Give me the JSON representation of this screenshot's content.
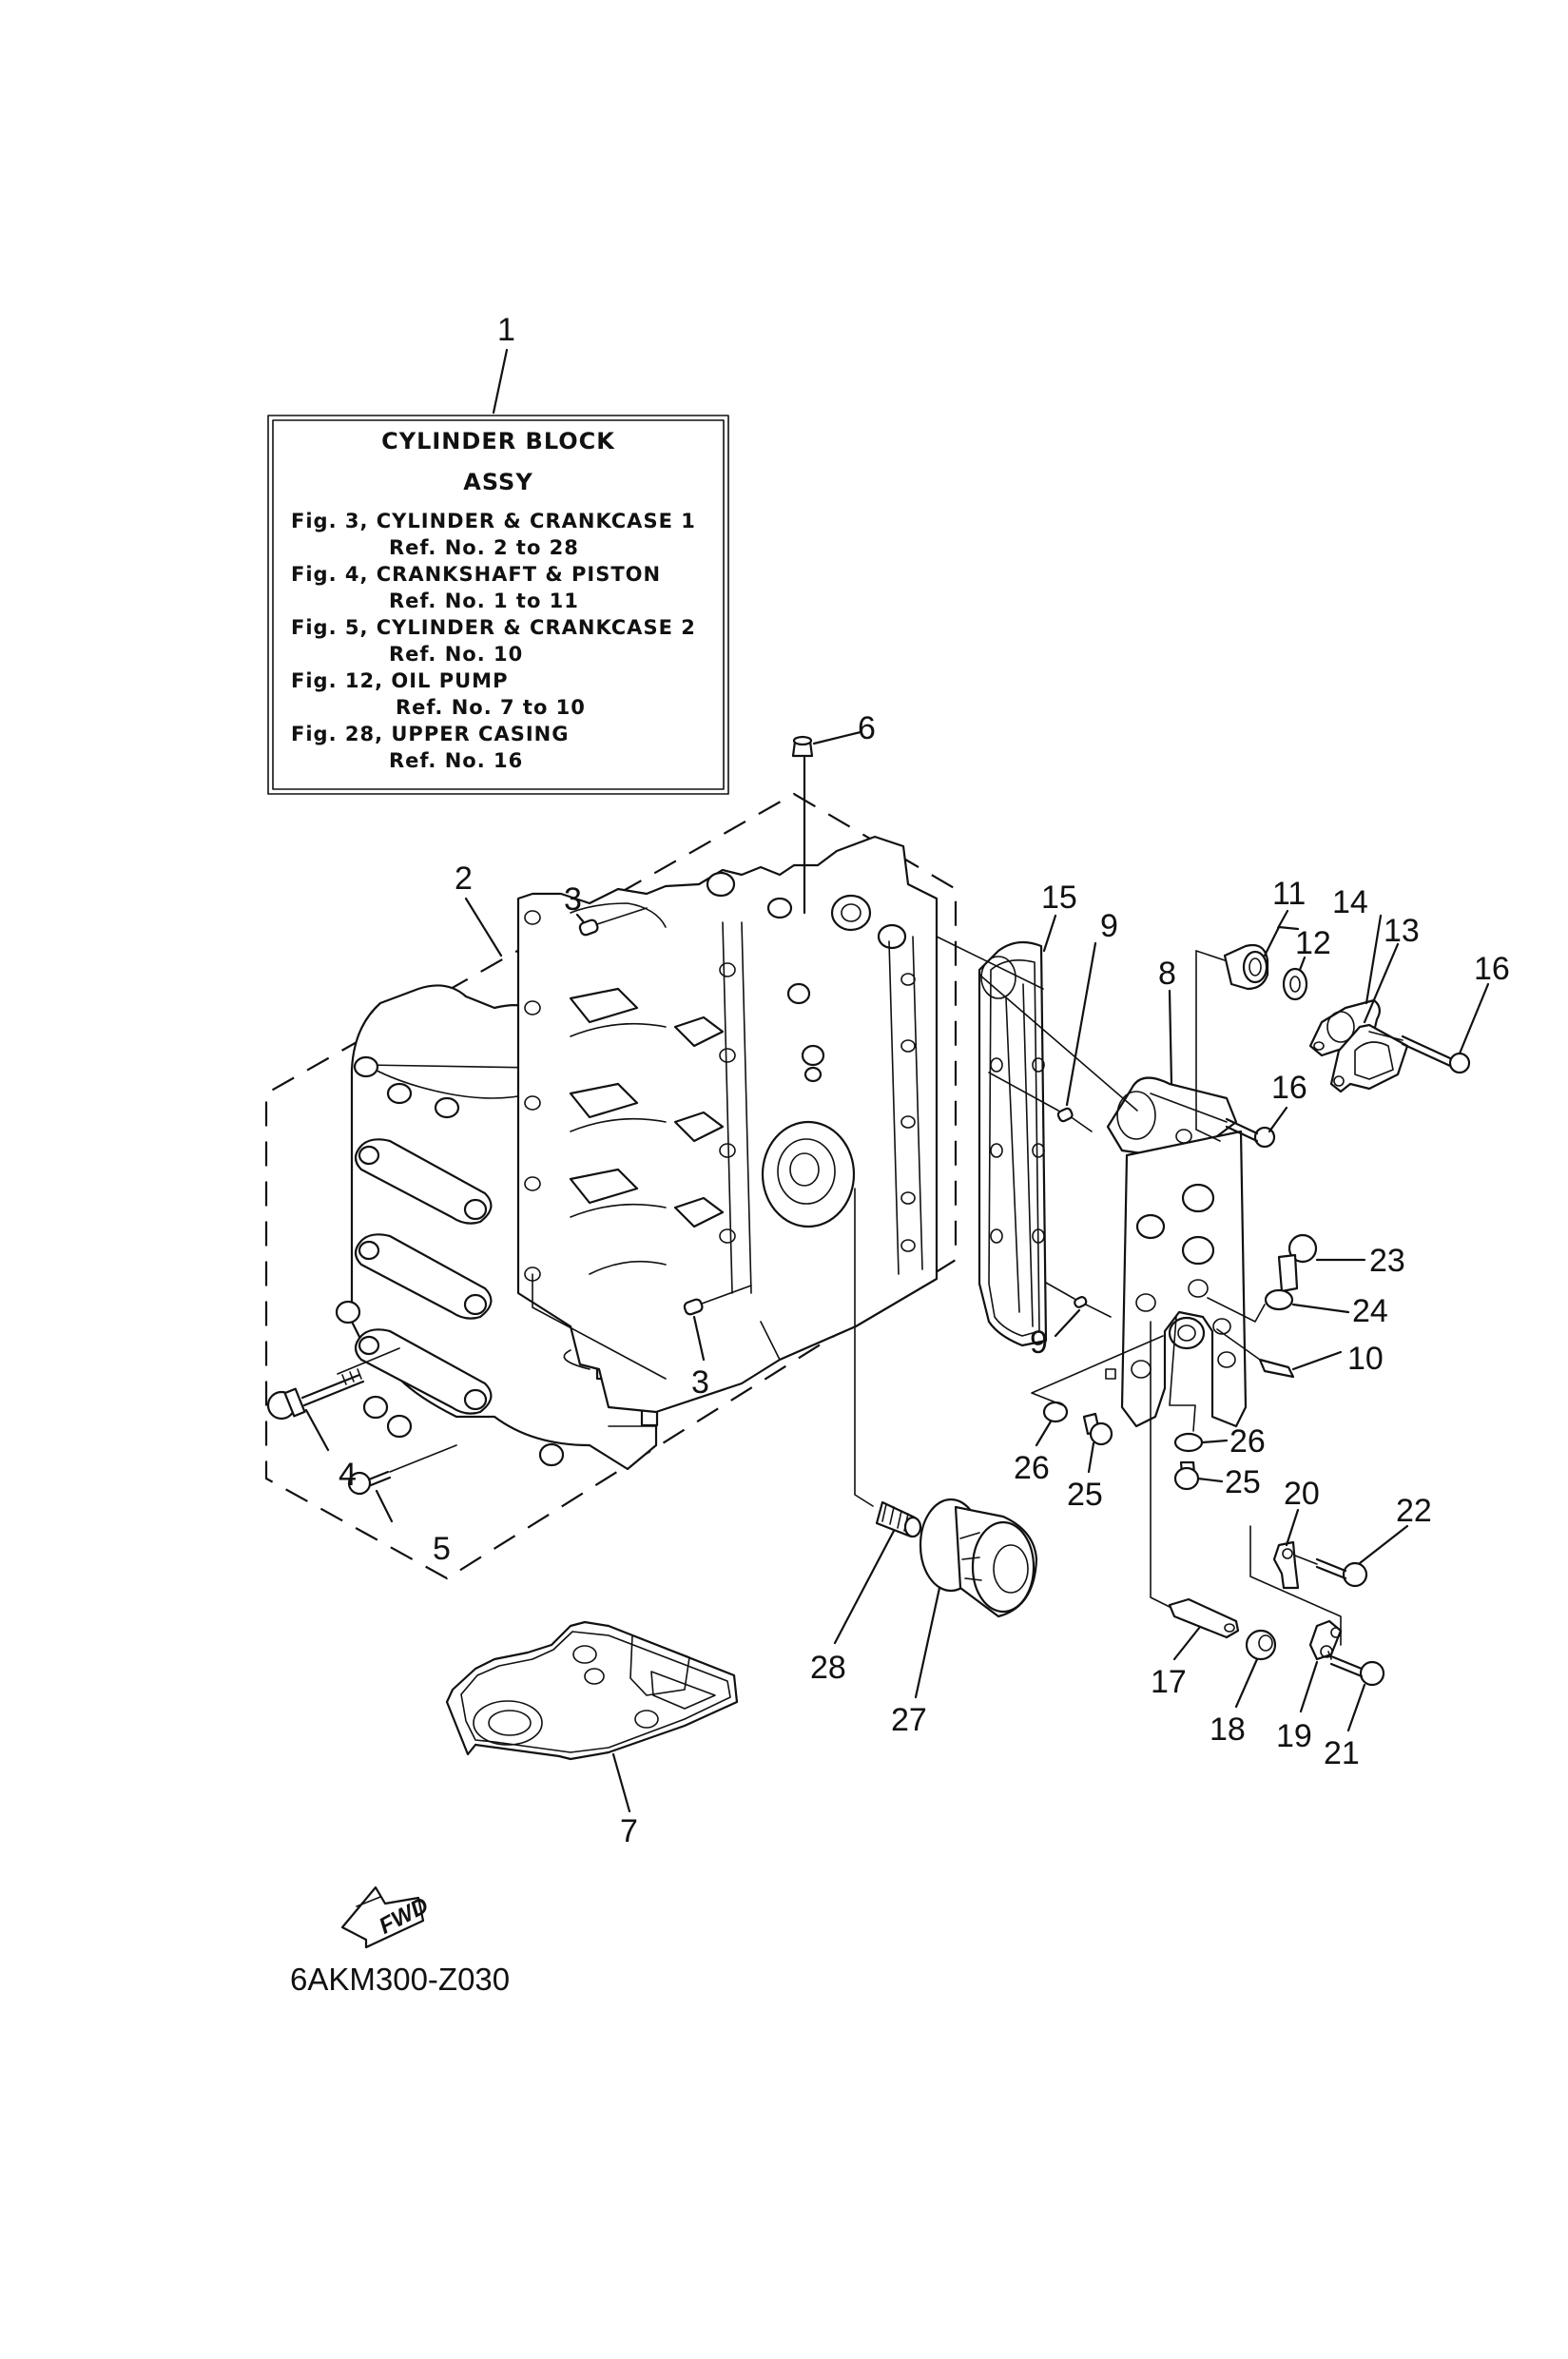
{
  "diagram": {
    "figure_code": "6AKM300-Z030",
    "direction_indicator": "FWD",
    "assembly_box": {
      "ref_no": "1",
      "title_line1": "CYLINDER  BLOCK",
      "title_line2": "ASSY",
      "references": [
        {
          "fig": "Fig. 3, CYLINDER & CRANKCASE 1",
          "ref": "Ref. No. 2 to 28"
        },
        {
          "fig": "Fig. 4, CRANKSHAFT & PISTON",
          "ref": "Ref. No. 1 to 11"
        },
        {
          "fig": "Fig. 5, CYLINDER & CRANKCASE 2",
          "ref": "Ref. No. 10"
        },
        {
          "fig": "Fig. 12, OIL PUMP",
          "ref": "Ref. No. 7 to 10"
        },
        {
          "fig": "Fig. 28, UPPER CASING",
          "ref": "Ref. No. 16"
        }
      ]
    },
    "callouts": [
      {
        "id": "c1",
        "label": "1"
      },
      {
        "id": "c2",
        "label": "2"
      },
      {
        "id": "c3a",
        "label": "3"
      },
      {
        "id": "c3b",
        "label": "3"
      },
      {
        "id": "c4",
        "label": "4"
      },
      {
        "id": "c5",
        "label": "5"
      },
      {
        "id": "c6",
        "label": "6"
      },
      {
        "id": "c7",
        "label": "7"
      },
      {
        "id": "c8",
        "label": "8"
      },
      {
        "id": "c9a",
        "label": "9"
      },
      {
        "id": "c9b",
        "label": "9"
      },
      {
        "id": "c10",
        "label": "10"
      },
      {
        "id": "c11",
        "label": "11"
      },
      {
        "id": "c12",
        "label": "12"
      },
      {
        "id": "c13",
        "label": "13"
      },
      {
        "id": "c14",
        "label": "14"
      },
      {
        "id": "c15",
        "label": "15"
      },
      {
        "id": "c16a",
        "label": "16"
      },
      {
        "id": "c16b",
        "label": "16"
      },
      {
        "id": "c17",
        "label": "17"
      },
      {
        "id": "c18",
        "label": "18"
      },
      {
        "id": "c19",
        "label": "19"
      },
      {
        "id": "c20",
        "label": "20"
      },
      {
        "id": "c21",
        "label": "21"
      },
      {
        "id": "c22",
        "label": "22"
      },
      {
        "id": "c23",
        "label": "23"
      },
      {
        "id": "c24",
        "label": "24"
      },
      {
        "id": "c25a",
        "label": "25"
      },
      {
        "id": "c25b",
        "label": "25"
      },
      {
        "id": "c26a",
        "label": "26"
      },
      {
        "id": "c26b",
        "label": "26"
      },
      {
        "id": "c27",
        "label": "27"
      },
      {
        "id": "c28",
        "label": "28"
      }
    ]
  }
}
